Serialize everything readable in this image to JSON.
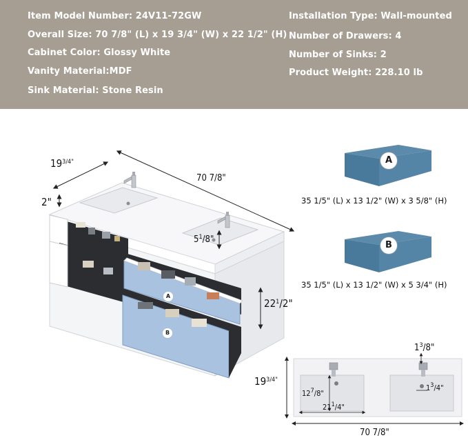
{
  "specs": {
    "model": "Item Model Number: 24V11-72GW",
    "size": "Overall Size: 70 7/8\" (L) x 19 3/4\" (W) x 22 1/2\" (H)",
    "color": "Cabinet Color: Glossy White",
    "material": "Vanity Material:MDF",
    "sink_material": "Sink Material: Stone Resin",
    "installation": "Installation Type: Wall-mounted",
    "drawers": "Number of Drawers: 4",
    "sinks": "Number of Sinks: 2",
    "weight": "Product Weight: 228.10 lb"
  },
  "vanity": {
    "depth_whole": "19",
    "depth_frac": "3/4\"",
    "width": "70 7/8\"",
    "top_thickness": "2\"",
    "basin_depth_whole": "5",
    "basin_depth_num": "1",
    "basin_depth_den": "/8\"",
    "height_whole": "22",
    "height_num": "1",
    "height_den": "/2\"",
    "drawer_a": "A",
    "drawer_b": "B"
  },
  "drawer_types": {
    "a_label": "A",
    "a_caption": "35 1/5\" (L) x 13 1/2\" (W) x 3 5/8\" (H)",
    "b_label": "B",
    "b_caption": "35 1/5\" (L) x 13 1/2\" (W) x 5 3/4\" (H)"
  },
  "top_view": {
    "depth_whole": "19",
    "depth_frac": "3/4\"",
    "width": "70 7/8\"",
    "basin_depth_whole": "12",
    "basin_depth_num": "7",
    "basin_depth_den": "/8\"",
    "basin_width_whole": "21",
    "basin_width_num": "1",
    "basin_width_den": "/4\"",
    "faucet_hole_whole": "1",
    "faucet_hole_num": "3",
    "faucet_hole_den": "/8\"",
    "drain_whole": "1",
    "drain_num": "3",
    "drain_den": "/4\""
  },
  "colors": {
    "banner": "#a69e92",
    "drawer_front": "#a8c2e0",
    "block": "#4f7fa0",
    "cabinet": "#f4f5f7"
  }
}
